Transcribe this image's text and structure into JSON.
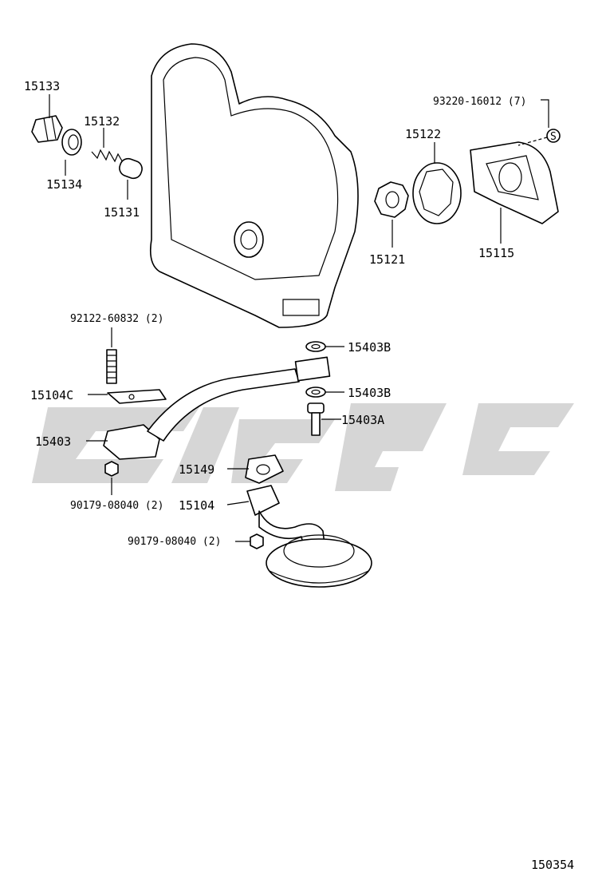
{
  "diagram": {
    "figure_number": "150354",
    "labels": {
      "p15133": "15133",
      "p15132": "15132",
      "p15134": "15134",
      "p15131": "15131",
      "p93220": "93220-16012 (7)",
      "p15122": "15122",
      "p15121": "15121",
      "p15115": "15115",
      "p92122": "92122-60832 (2)",
      "p15104C": "15104C",
      "p15403": "15403",
      "p15403B_top": "15403B",
      "p15403B_bot": "15403B",
      "p15403A": "15403A",
      "p15149": "15149",
      "p15104": "15104",
      "p90179_a": "90179-08040 (2)",
      "p90179_b": "90179-08040 (2)"
    },
    "s_marker": "S",
    "colors": {
      "line": "#000000",
      "watermark": "#cfcfcf",
      "background": "#ffffff"
    }
  }
}
